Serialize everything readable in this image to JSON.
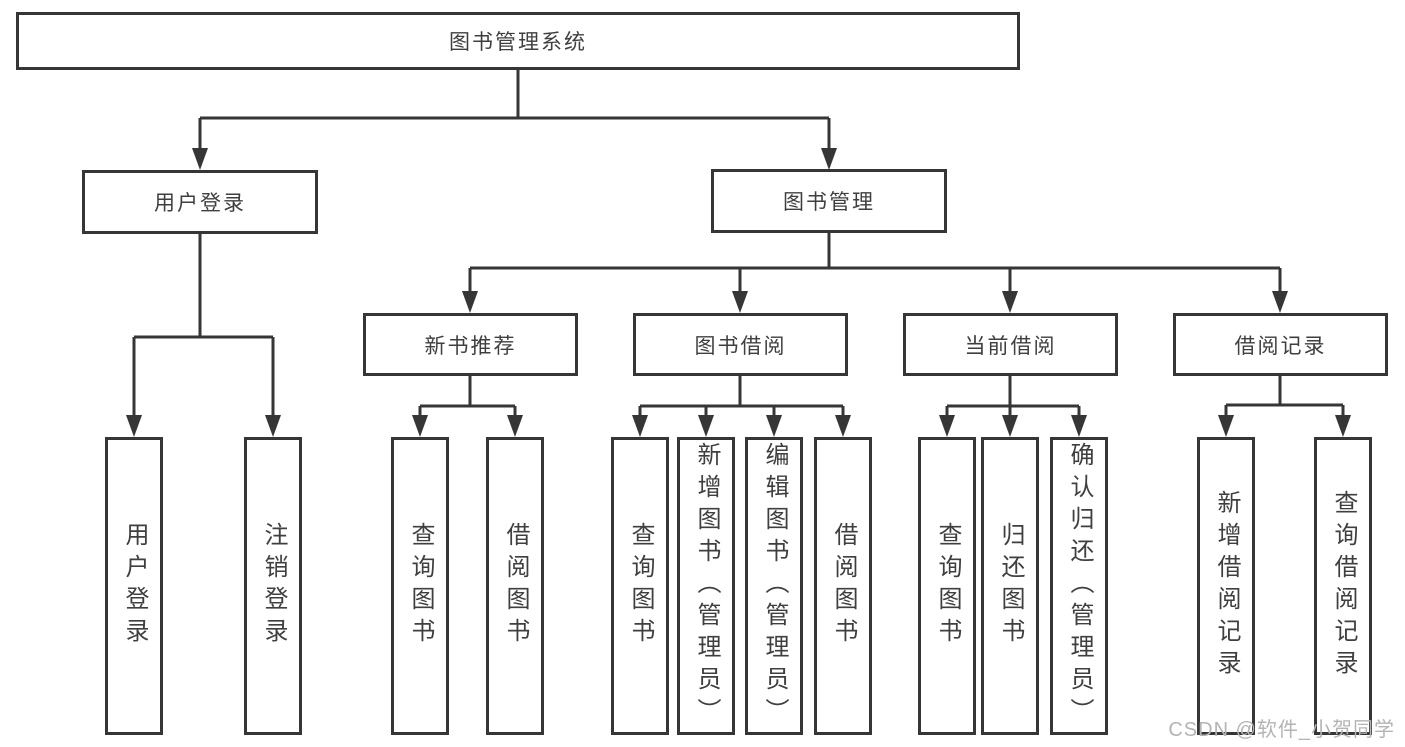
{
  "nodes": {
    "root": {
      "label": "图书管理系统"
    },
    "level2": [
      {
        "label": "用户登录"
      },
      {
        "label": "图书管理"
      }
    ],
    "level3": [
      {
        "label": "新书推荐",
        "parent": "图书管理"
      },
      {
        "label": "图书借阅",
        "parent": "图书管理"
      },
      {
        "label": "当前借阅",
        "parent": "图书管理"
      },
      {
        "label": "借阅记录",
        "parent": "图书管理"
      }
    ],
    "leaves": [
      {
        "label": "用户登录",
        "parent": "用户登录"
      },
      {
        "label": "注销登录",
        "parent": "用户登录"
      },
      {
        "label": "查询图书",
        "parent": "新书推荐"
      },
      {
        "label": "借阅图书",
        "parent": "新书推荐"
      },
      {
        "label": "查询图书",
        "parent": "图书借阅"
      },
      {
        "label": "新增图书（管理员）",
        "parent": "图书借阅"
      },
      {
        "label": "编辑图书（管理员）",
        "parent": "图书借阅"
      },
      {
        "label": "借阅图书",
        "parent": "图书借阅"
      },
      {
        "label": "查询图书",
        "parent": "当前借阅"
      },
      {
        "label": "归还图书",
        "parent": "当前借阅"
      },
      {
        "label": "确认归还（管理员）",
        "parent": "当前借阅"
      },
      {
        "label": "新增借阅记录",
        "parent": "借阅记录"
      },
      {
        "label": "查询借阅记录",
        "parent": "借阅记录"
      }
    ]
  },
  "watermark": "CSDN @软件_小贺同学",
  "colors": {
    "line": "#363636",
    "text": "#3f3f3f",
    "background": "#ffffff",
    "watermark": "#b4b4b4"
  }
}
